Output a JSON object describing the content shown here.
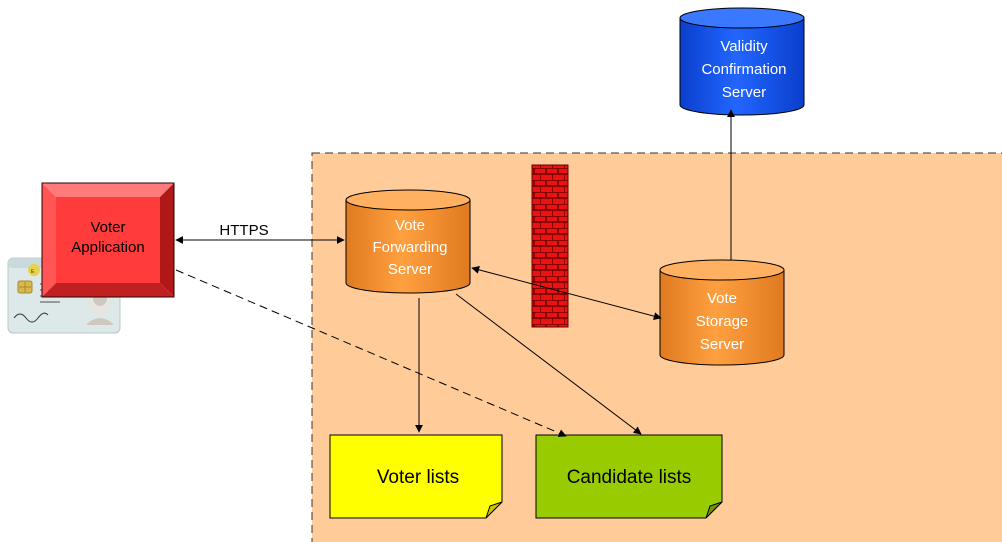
{
  "colors": {
    "zone_fill": "#ffcc99",
    "voter_app": "#ff4444",
    "vote_servers": "#ff9933",
    "validity_server": "#1155ee",
    "firewall": "#ee1111",
    "voter_lists": "#ffff00",
    "candidate_lists": "#99cc00"
  },
  "voter_app": {
    "line1": "Voter",
    "line2": "Application"
  },
  "https_label": "HTTPS",
  "forwarding": {
    "line1": "Vote",
    "line2": "Forwarding",
    "line3": "Server"
  },
  "storage": {
    "line1": "Vote",
    "line2": "Storage",
    "line3": "Server"
  },
  "validity": {
    "line1": "Validity",
    "line2": "Confirmation",
    "line3": "Server"
  },
  "voter_lists": "Voter lists",
  "candidate_lists": "Candidate lists",
  "id_card": {
    "letter": "E"
  }
}
